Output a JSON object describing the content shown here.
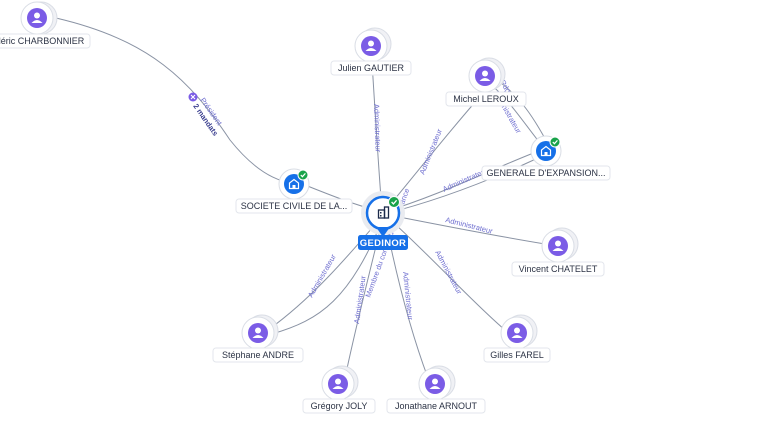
{
  "center": {
    "label": "GEDINOR",
    "verified": true,
    "icon": "company-icon"
  },
  "companies": [
    {
      "id": "societe-civile",
      "label": "SOCIETE CIVILE DE LA...",
      "verified": true,
      "icon": "company-icon"
    },
    {
      "id": "generale-expansion",
      "label": "GENERALE D'EXPANSION...",
      "verified": true,
      "icon": "company-icon"
    }
  ],
  "persons": [
    {
      "id": "charbonnier",
      "label": "déric CHARBONNIER",
      "icon": "person-icon"
    },
    {
      "id": "gautier",
      "label": "Julien GAUTIER",
      "icon": "person-icon"
    },
    {
      "id": "leroux",
      "label": "Michel LEROUX",
      "icon": "person-icon"
    },
    {
      "id": "chatelet",
      "label": "Vincent CHATELET",
      "icon": "person-icon"
    },
    {
      "id": "farel",
      "label": "Gilles FAREL",
      "icon": "person-icon"
    },
    {
      "id": "arnout",
      "label": "Jonathane ARNOUT",
      "icon": "person-icon"
    },
    {
      "id": "joly",
      "label": "Grégory JOLY",
      "icon": "person-icon"
    },
    {
      "id": "andre",
      "label": "Stéphane ANDRE",
      "icon": "person-icon"
    }
  ],
  "edge_labels": {
    "administrateur": "Administrateur",
    "president": "Président",
    "mandats": "2 mandats",
    "membre": "Membre du conseil de surveillance",
    "leroux_a": "Pdg",
    "leroux_b": "Administrateur"
  },
  "colors": {
    "person": "#7b5ce6",
    "company": "#1670e8",
    "verified": "#19a34a",
    "edge": "#8a93a4",
    "edge_label": "#6f6fd0"
  }
}
